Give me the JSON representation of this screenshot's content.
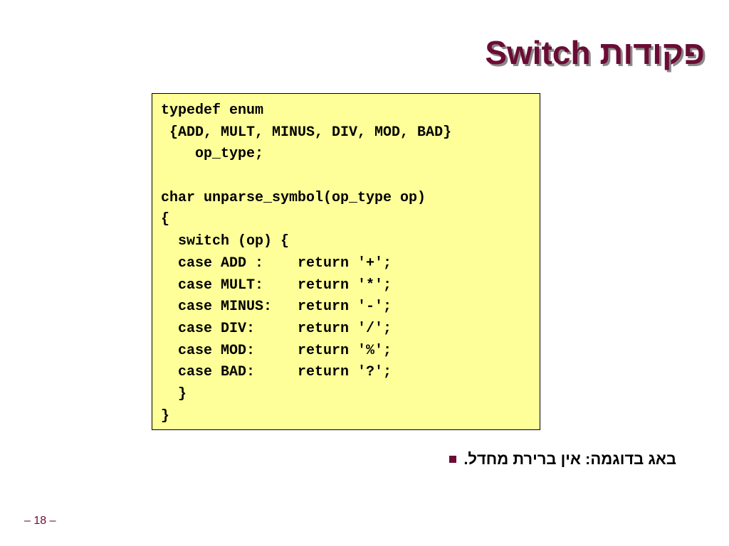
{
  "slide": {
    "title": "פקודות Switch",
    "code_lines": [
      "typedef enum",
      " {ADD, MULT, MINUS, DIV, MOD, BAD}",
      "    op_type;",
      "",
      "char unparse_symbol(op_type op)",
      "{",
      "  switch (op) {",
      "  case ADD :    return '+';",
      "  case MULT:    return '*';",
      "  case MINUS:   return '-';",
      "  case DIV:     return '/';",
      "  case MOD:     return '%';",
      "  case BAD:     return '?';",
      "  }",
      "}"
    ],
    "bullet_text": "באג בדוגמה: אין ברירת מחדל.",
    "slide_number": "– 18 –"
  },
  "colors": {
    "title": "#6b0c35",
    "title_shadow": "#8a8a8a",
    "code_background": "#ffff99",
    "bullet_marker": "#6b0c35"
  }
}
